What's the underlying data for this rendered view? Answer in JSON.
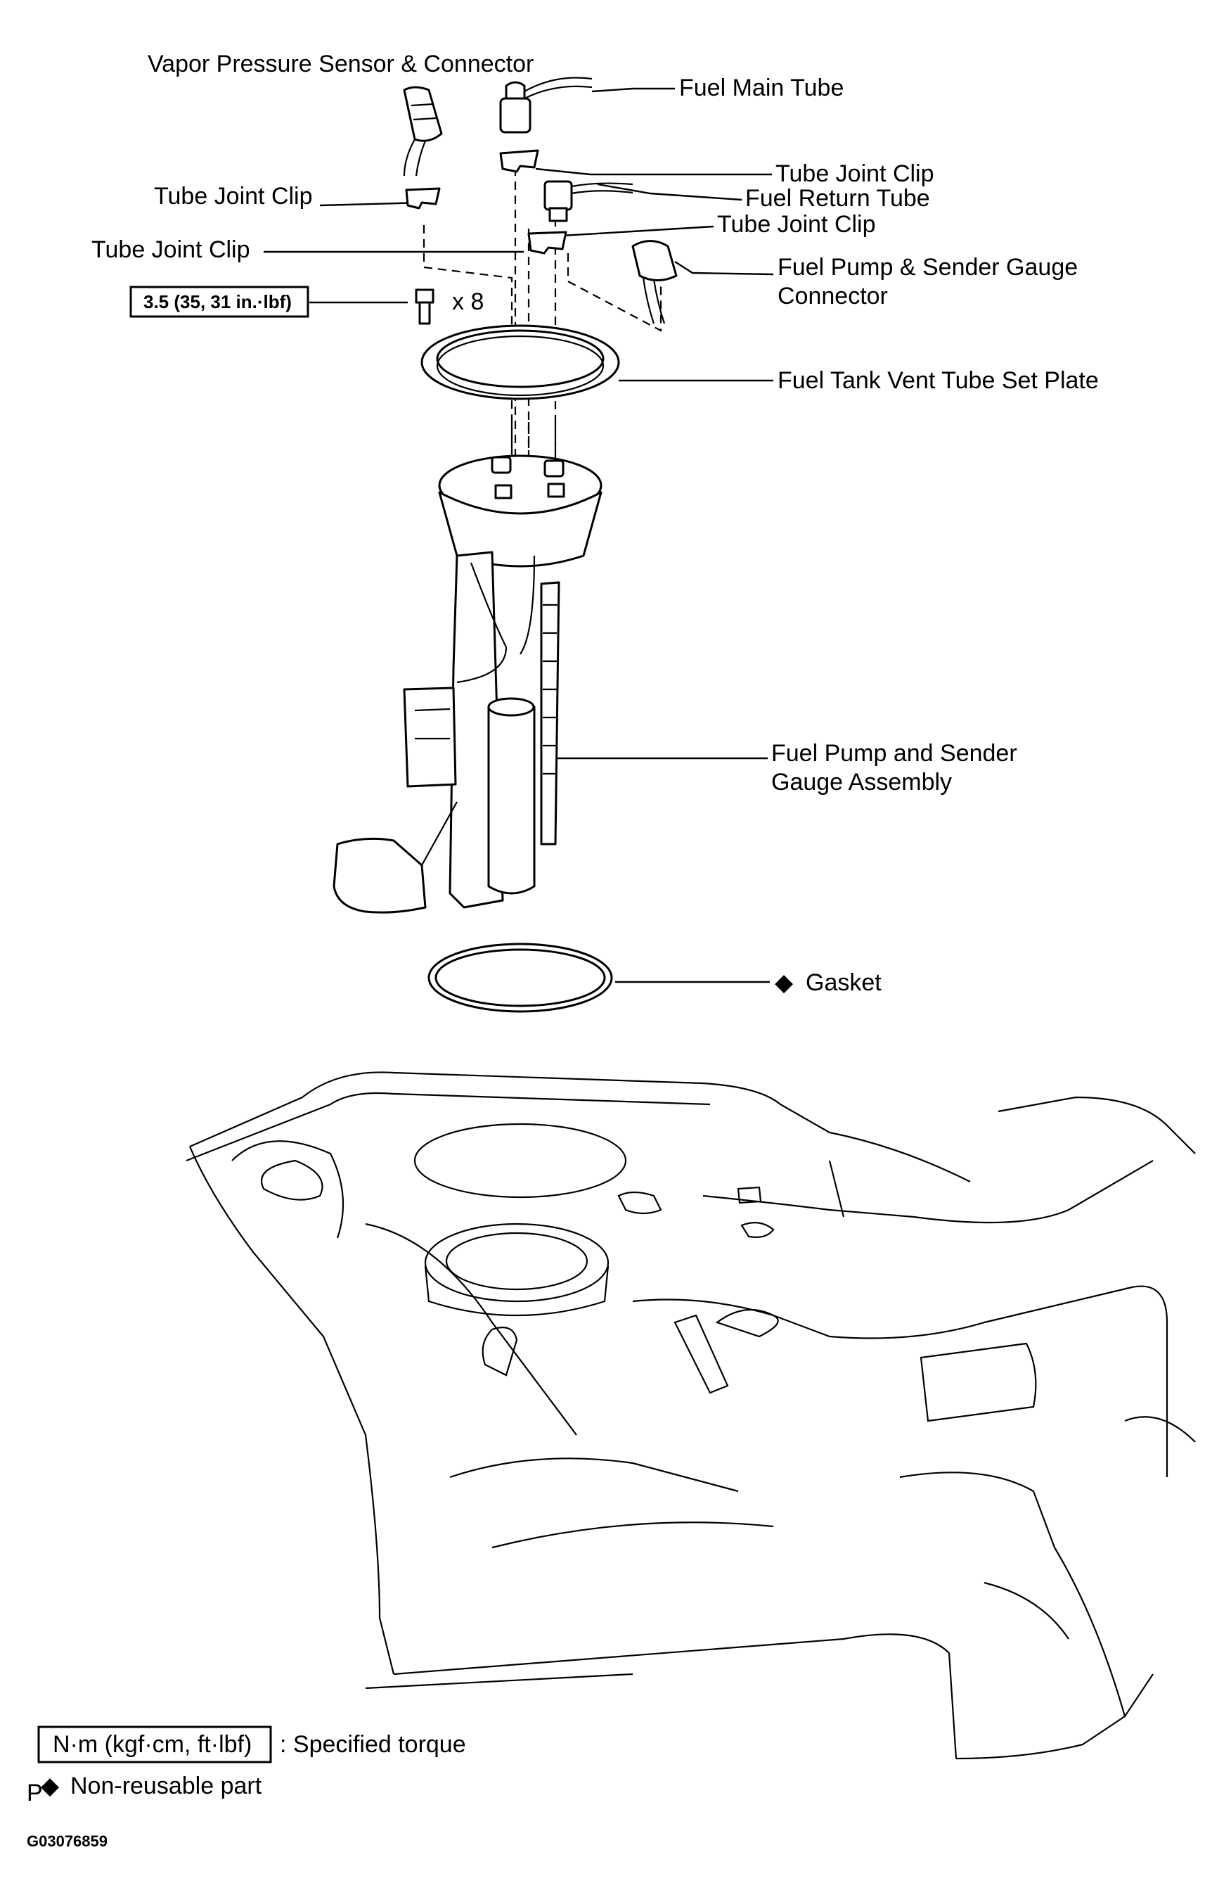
{
  "labels": {
    "vapor_sensor": "Vapor Pressure Sensor & Connector",
    "fuel_main_tube": "Fuel Main Tube",
    "tube_joint_clip_1": "Tube Joint Clip",
    "fuel_return_tube": "Fuel Return Tube",
    "tube_joint_clip_2": "Tube Joint Clip",
    "tube_joint_clip_3": "Tube Joint Clip",
    "tube_joint_clip_4": "Tube Joint Clip",
    "pump_connector_line1": "Fuel Pump & Sender Gauge",
    "pump_connector_line2": "Connector",
    "vent_plate": "Fuel Tank Vent Tube Set Plate",
    "pump_assembly_line1": "Fuel Pump and Sender",
    "pump_assembly_line2": "Gauge Assembly",
    "gasket": "Gasket"
  },
  "torque": {
    "value": "3.5 (35, 31 in.·lbf)",
    "quantity": "x 8"
  },
  "legend": {
    "torque_box": "N·m (kgf·cm, ft·lbf)",
    "torque_desc": ": Specified torque",
    "nonreusable": "Non-reusable part",
    "p_mark": "P",
    "diamond": "◆"
  },
  "figure_code": "G03076859"
}
